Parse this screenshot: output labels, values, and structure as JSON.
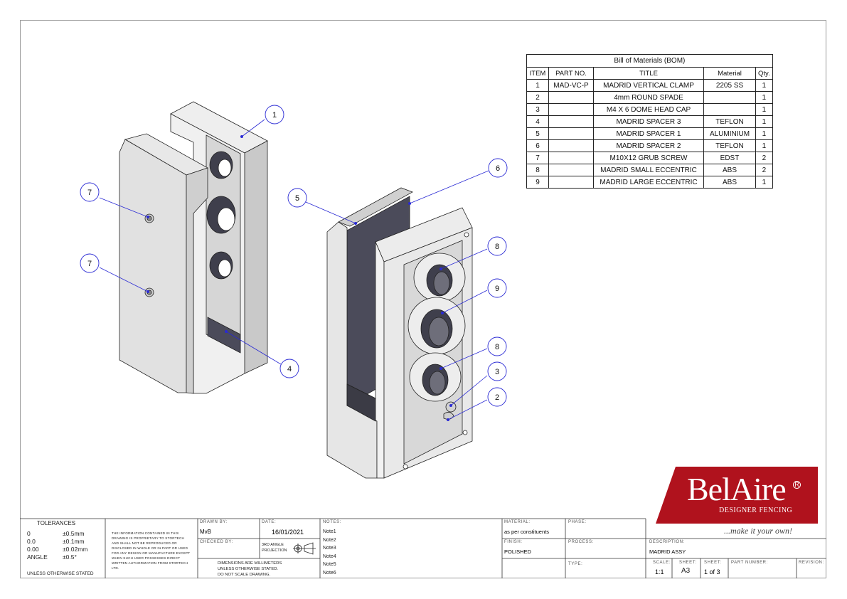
{
  "bom": {
    "title": "Bill of Materials (BOM)",
    "headers": [
      "ITEM",
      "PART NO.",
      "TITLE",
      "Material",
      "Qty."
    ],
    "rows": [
      [
        "1",
        "MAD-VC-P",
        "MADRID VERTICAL CLAMP",
        "2205 SS",
        "1"
      ],
      [
        "2",
        "",
        "4mm ROUND SPADE",
        "",
        "1"
      ],
      [
        "3",
        "",
        "M4 X 6 DOME HEAD CAP",
        "",
        "1"
      ],
      [
        "4",
        "",
        "MADRID SPACER 3",
        "TEFLON",
        "1"
      ],
      [
        "5",
        "",
        "MADRID SPACER 1",
        "ALUMINIUM",
        "1"
      ],
      [
        "6",
        "",
        "MADRID SPACER 2",
        "TEFLON",
        "1"
      ],
      [
        "7",
        "",
        "M10X12 GRUB SCREW",
        "EDST",
        "2"
      ],
      [
        "8",
        "",
        "MADRID SMALL ECCENTRIC",
        "ABS",
        "2"
      ],
      [
        "9",
        "",
        "MADRID LARGE ECCENTRIC",
        "ABS",
        "1"
      ]
    ]
  },
  "balloons": [
    "1",
    "6",
    "5",
    "8",
    "9",
    "8",
    "3",
    "2",
    "7",
    "7",
    "4"
  ],
  "logo": {
    "name": "BelAire",
    "registered": "R",
    "subtitle": "DESIGNER FENCING",
    "tagline": "...make it your own!"
  },
  "title_block": {
    "tolerances": {
      "heading": "TOLERANCES",
      "rows": [
        [
          "0",
          "±0.5mm"
        ],
        [
          "0.0",
          "±0.1mm"
        ],
        [
          "0.00",
          "±0.02mm"
        ],
        [
          "ANGLE",
          "±0.5°"
        ]
      ],
      "footer": "UNLESS OTHERWISE STATED"
    },
    "confidentiality": [
      "THE INFORMATION CONTAINED IN THIS",
      "DRAWING IS PROPRIETARY TO STORTECH",
      "AND SHALL NOT BE REPRODUCED OR",
      "DISCLOSED IN WHOLE OR IN PART OR USED",
      "FOR ANY DESIGN OR MANUFACTURE EXCEPT",
      "WHEN SUCH USER POSSESSES DIRECT",
      "WRITTEN AUTHORIZATION FROM STORTECH",
      "LTD."
    ],
    "drawn_by_label": "DRAWN BY:",
    "drawn_by": "MvB",
    "date_label": "DATE:",
    "date": "16/01/2021",
    "checked_by_label": "CHECKED BY:",
    "projection": [
      "3RD ANGLE",
      "PROJECTION"
    ],
    "dimensions_note": [
      "DIMENSIONS ARE MILLIMETERS",
      "UNLESS OTHERWISE STATED.",
      "DO NOT SCALE DRAWING."
    ],
    "notes_label": "NOTES:",
    "notes": [
      "Note1",
      "Note2",
      "Note3",
      "Note4",
      "Note5",
      "Note6"
    ],
    "material_label": "MATERIAL:",
    "material": "as per constituents",
    "finish_label": "FINISH:",
    "finish": "POLISHED",
    "phase_label": "PHASE:",
    "process_label": "PROCESS:",
    "type_label": "TYPE:",
    "description_label": "DESCRIPTION:",
    "description": "MADRID ASSY",
    "scale_label": "SCALE:",
    "scale": "1:1",
    "sheet_label": "SHEET:",
    "sheet_size": "A3",
    "sheet_no": "1 of 3",
    "part_number_label": "PART NUMBER:",
    "revision_label": "REVISION:"
  },
  "colors": {
    "steel": "#e4e4e4",
    "steel_dark": "#b9b9b9",
    "spacer": "#4b4b5a",
    "balloon": "#2a2ad4",
    "brand_red": "#b0121d"
  }
}
